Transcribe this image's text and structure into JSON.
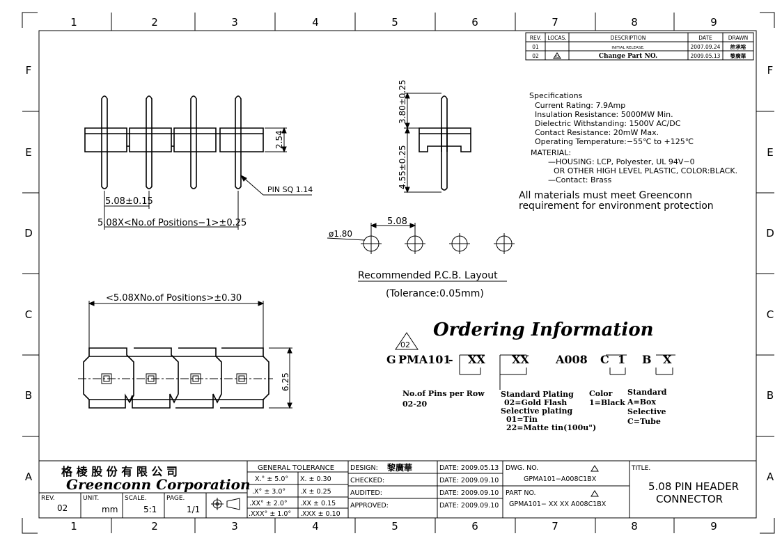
{
  "zones": {
    "cols": [
      "1",
      "2",
      "3",
      "4",
      "5",
      "6",
      "7",
      "8",
      "9"
    ],
    "rows": [
      "F",
      "E",
      "D",
      "C",
      "B",
      "A"
    ]
  },
  "revision_table": {
    "headers": [
      "REV.",
      "LOCAS.",
      "DESCRIPTION",
      "DATE",
      "DRAWN"
    ],
    "rows": [
      {
        "rev": "01",
        "locas": "",
        "desc": "INITIAL RELEASE.",
        "date": "2007.09.24",
        "drawn": "許承裕"
      },
      {
        "rev": "02",
        "locas": "02",
        "desc": "Change Part NO.",
        "date": "2009.05.13",
        "drawn": "黎廣華"
      }
    ]
  },
  "specs": {
    "title": "Specifications",
    "lines": [
      "Current Rating:   7.9Amp",
      "Insulation Resistance: 5000MW Min.",
      "Dielectric Withstanding:   1500V AC/DC",
      "Contact Resistance:   20mW Max.",
      "Operating Temperature:−55℃  to  +125℃"
    ],
    "material_title": "MATERIAL:",
    "material_lines": [
      "—HOUSING: LCP, Polyester, UL 94V−0",
      "OR OTHER HIGH LEVEL PLASTIC, COLOR:BLACK.",
      "—Contact: Brass"
    ],
    "env_lines": [
      "All materials must meet Greenconn",
      "requirement for environment protection"
    ]
  },
  "dims": {
    "pitch": "5.08±0.15",
    "overall": "5.08X<No.of  Positions−1>±0.25",
    "pin_sq": "PIN SQ 1.14",
    "height": "2.54",
    "upper": "3.80±0.25",
    "lower": "4.55±0.25",
    "pcb_pitch": "5.08",
    "hole": "ø1.80",
    "body_len": "<5.08XNo.of  Positions>±0.30",
    "width": "6.25"
  },
  "pcb": {
    "title": "Recommended  P.C.B.  Layout",
    "tolerance": "(Tolerance:0.05mm)"
  },
  "ordering": {
    "title": "Ordering Information",
    "rev_mark": "02",
    "codes": [
      "G",
      "PMA101",
      "-",
      "XX",
      "XX",
      "A008",
      "C",
      "1",
      "B",
      "X"
    ],
    "pins_label": [
      "No.of Pins per Row",
      "02-20"
    ],
    "plating_label": [
      "Standard Plating",
      "02=Gold Flash",
      "Selective plating",
      "01=Tin",
      "22=Matte tin(100u\")"
    ],
    "color_label": [
      "Color",
      "1=Black"
    ],
    "pack_label": [
      "Standard",
      "A=Box",
      "Selective",
      "C=Tube"
    ]
  },
  "title_block": {
    "company_cn": "格 棱 股 份 有 限 公 司",
    "company_en": "Greenconn Corporation",
    "rev_label": "REV.",
    "rev": "02",
    "unit_label": "UNIT.",
    "unit": "mm",
    "scale_label": "SCALE.",
    "scale": "5:1",
    "page_label": "PAGE.",
    "page": "1/1",
    "tol_header": "GENERAL  TOLERANCE",
    "tol_rows": [
      [
        "X.° ± 5.0°",
        "X.    ± 0.30"
      ],
      [
        ".X° ± 3.0°",
        ".X    ± 0.25"
      ],
      [
        ".XX° ± 2.0°",
        ".XX   ± 0.15"
      ],
      [
        ".XXX° ± 1.0°",
        ".XXX  ± 0.10"
      ]
    ],
    "design_label": "DESIGN:",
    "designer": "黎廣華",
    "checked_label": "CHECKED:",
    "audited_label": "AUDITED:",
    "approved_label": "APPROVED:",
    "dates": [
      "DATE: 2009.05.13",
      "DATE: 2009.09.10",
      "DATE: 2009.09.10",
      "DATE: 2009.09.10"
    ],
    "dwg_label": "DWG. NO.",
    "dwg_no": "GPMA101−A008C1BX",
    "part_label": "PART NO.",
    "part_no": "GPMA101−  XX  XX  A008C1BX",
    "rev_tri": "02",
    "title_label": "TITLE.",
    "title1": "5.08  PIN  HEADER",
    "title2": "CONNECTOR"
  }
}
